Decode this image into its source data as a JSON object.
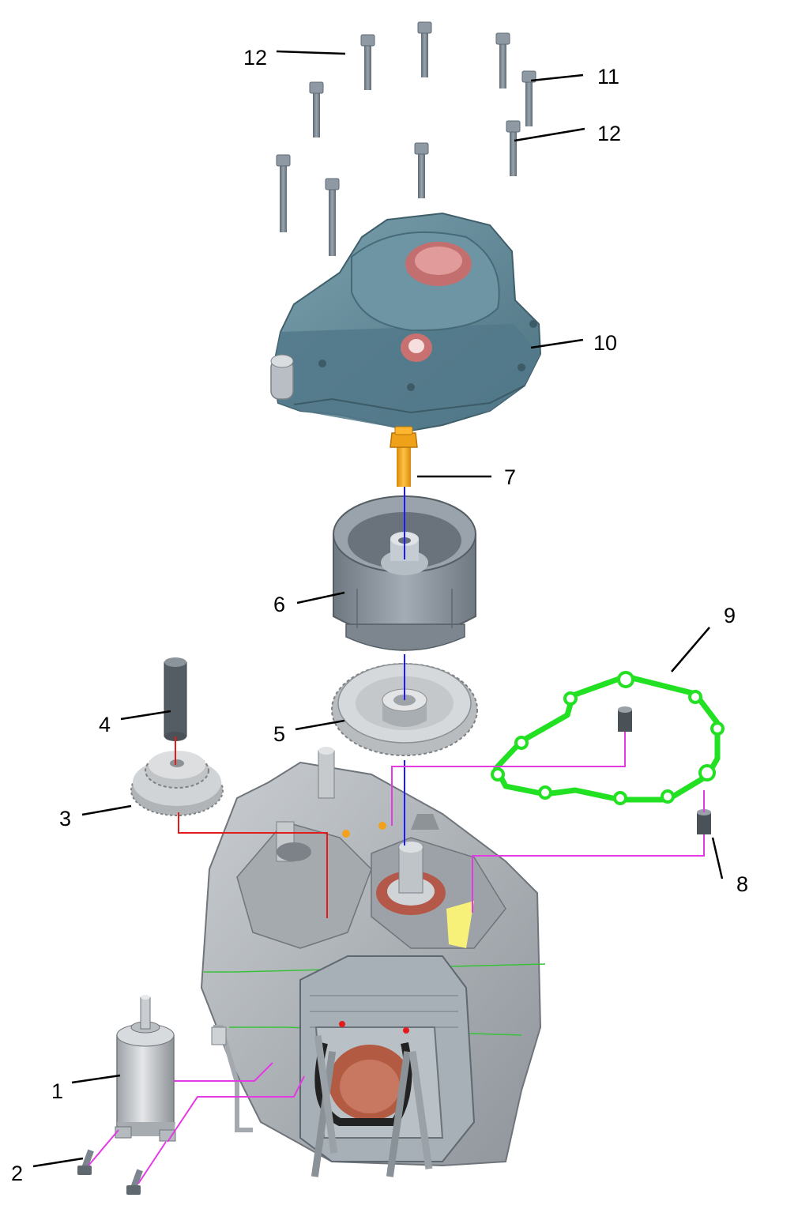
{
  "colors": {
    "cover": "#5f8797",
    "cover_dark": "#4a6e7c",
    "cover_light": "#7da3b2",
    "cover_port": "#d98a8a",
    "bolt": "#7c8892",
    "bolt_head": "#8e99a3",
    "bolt_orange": "#f3a518",
    "rotor": "#8c959e",
    "rotor_dark": "#6e7780",
    "gear": "#c9cccf",
    "gasket": "#22e022",
    "engine": "#b8bcc0",
    "engine_dark": "#8e9398",
    "seal": "#b86a4e",
    "leader_blue": "#1a1aff",
    "leader_red": "#e21b1b",
    "leader_magenta": "#e33ae3"
  },
  "callouts": [
    {
      "id": "1",
      "label": "1"
    },
    {
      "id": "2",
      "label": "2"
    },
    {
      "id": "3",
      "label": "3"
    },
    {
      "id": "4",
      "label": "4"
    },
    {
      "id": "5",
      "label": "5"
    },
    {
      "id": "6",
      "label": "6"
    },
    {
      "id": "7",
      "label": "7"
    },
    {
      "id": "8",
      "label": "8"
    },
    {
      "id": "9",
      "label": "9"
    },
    {
      "id": "10",
      "label": "10"
    },
    {
      "id": "11",
      "label": "11"
    },
    {
      "id": "12a",
      "label": "12"
    },
    {
      "id": "12b",
      "label": "12"
    }
  ]
}
